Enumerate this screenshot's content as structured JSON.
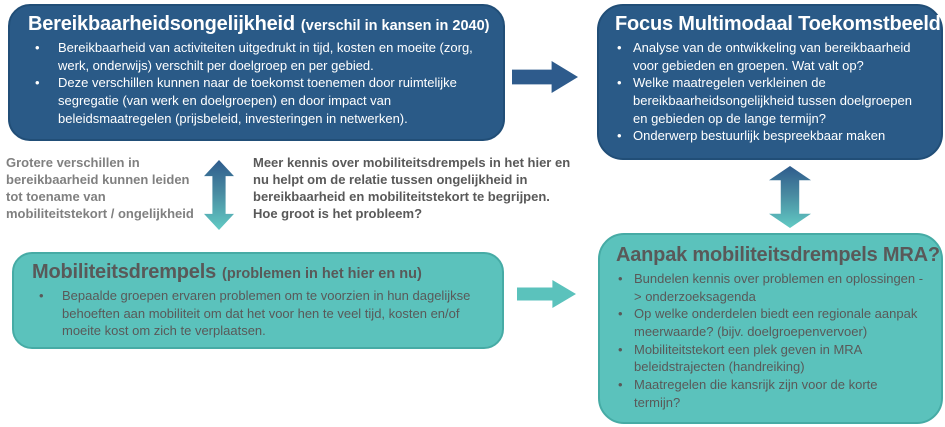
{
  "colors": {
    "dark_blue": "#2A5A87",
    "teal": "#5BC2BC",
    "note_gray": "#808080",
    "text_dark_gray": "#595959",
    "white": "#FFFFFF"
  },
  "boxes": {
    "bereikbaarheid": {
      "title": "Bereikbaarheidsongelijkheid",
      "title_suffix": "(verschil in kansen in 2040)",
      "bullets": [
        "Bereikbaarheid van activiteiten uitgedrukt in tijd, kosten en moeite (zorg, werk, onderwijs) verschilt per doelgroep en per gebied.",
        "Deze verschillen kunnen naar de toekomst toenemen door ruimtelijke segregatie (van werk en doelgroepen) en door impact van beleidsmaatregelen (prijsbeleid, investeringen in netwerken)."
      ]
    },
    "focus": {
      "title": "Focus Multimodaal Toekomstbeeld",
      "bullets": [
        "Analyse van de ontwikkeling van bereikbaarheid voor gebieden en groepen. Wat valt op?",
        "Welke maatregelen verkleinen de bereikbaarheidsongelijkheid tussen doelgroepen en gebieden op de lange termijn?",
        "Onderwerp bestuurlijk bespreekbaar maken"
      ]
    },
    "mobiliteitsdrempels": {
      "title": "Mobiliteitsdrempels",
      "title_suffix": "(problemen in het hier en nu)",
      "bullets": [
        "Bepaalde groepen ervaren problemen om te voorzien in hun dagelijkse behoeften aan mobiliteit om dat het voor hen te veel tijd, kosten en/of moeite kost om zich te verplaatsen."
      ]
    },
    "aanpak": {
      "title": "Aanpak mobiliteitsdrempels MRA?",
      "bullets": [
        "Bundelen kennis over problemen en oplossingen -> onderzoeksagenda",
        "Op welke onderdelen biedt een regionale aanpak meerwaarde? (bijv. doelgroepenvervoer)",
        "Mobiliteitstekort een plek geven in MRA beleidstrajecten (handreiking)",
        "Maatregelen die kansrijk zijn voor de korte termijn?"
      ]
    }
  },
  "notes": {
    "left": "Grotere verschillen in bereikbaarheid kunnen leiden tot toename van mobiliteitstekort / ongelijkheid",
    "center": "Meer kennis over mobiliteitsdrempels in het hier en nu helpt om de relatie tussen ongelijkheid in bereikbaarheid en mobiliteitstekort te begrijpen. Hoe groot is het probleem?"
  },
  "arrows": {
    "top_horizontal": "right-arrow-dark-blue",
    "bottom_horizontal": "right-arrow-teal",
    "left_vertical": "double-arrow-blue-to-teal",
    "right_vertical": "double-arrow-blue-to-teal"
  }
}
